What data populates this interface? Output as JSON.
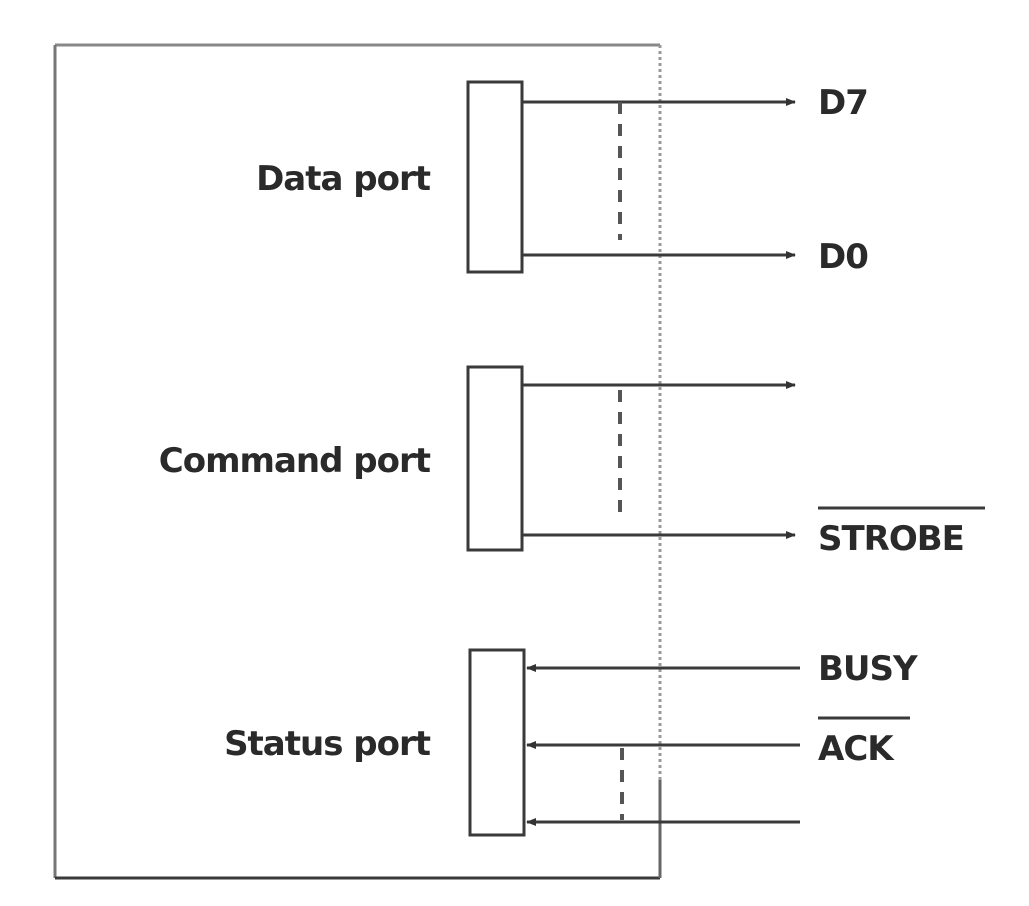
{
  "ports": [
    {
      "label": "Data port"
    },
    {
      "label": "Command port"
    },
    {
      "label": "Status port"
    }
  ],
  "signals": {
    "d7": "D7",
    "d0": "D0",
    "strobe": "STROBE",
    "busy": "BUSY",
    "ack": "ACK"
  }
}
